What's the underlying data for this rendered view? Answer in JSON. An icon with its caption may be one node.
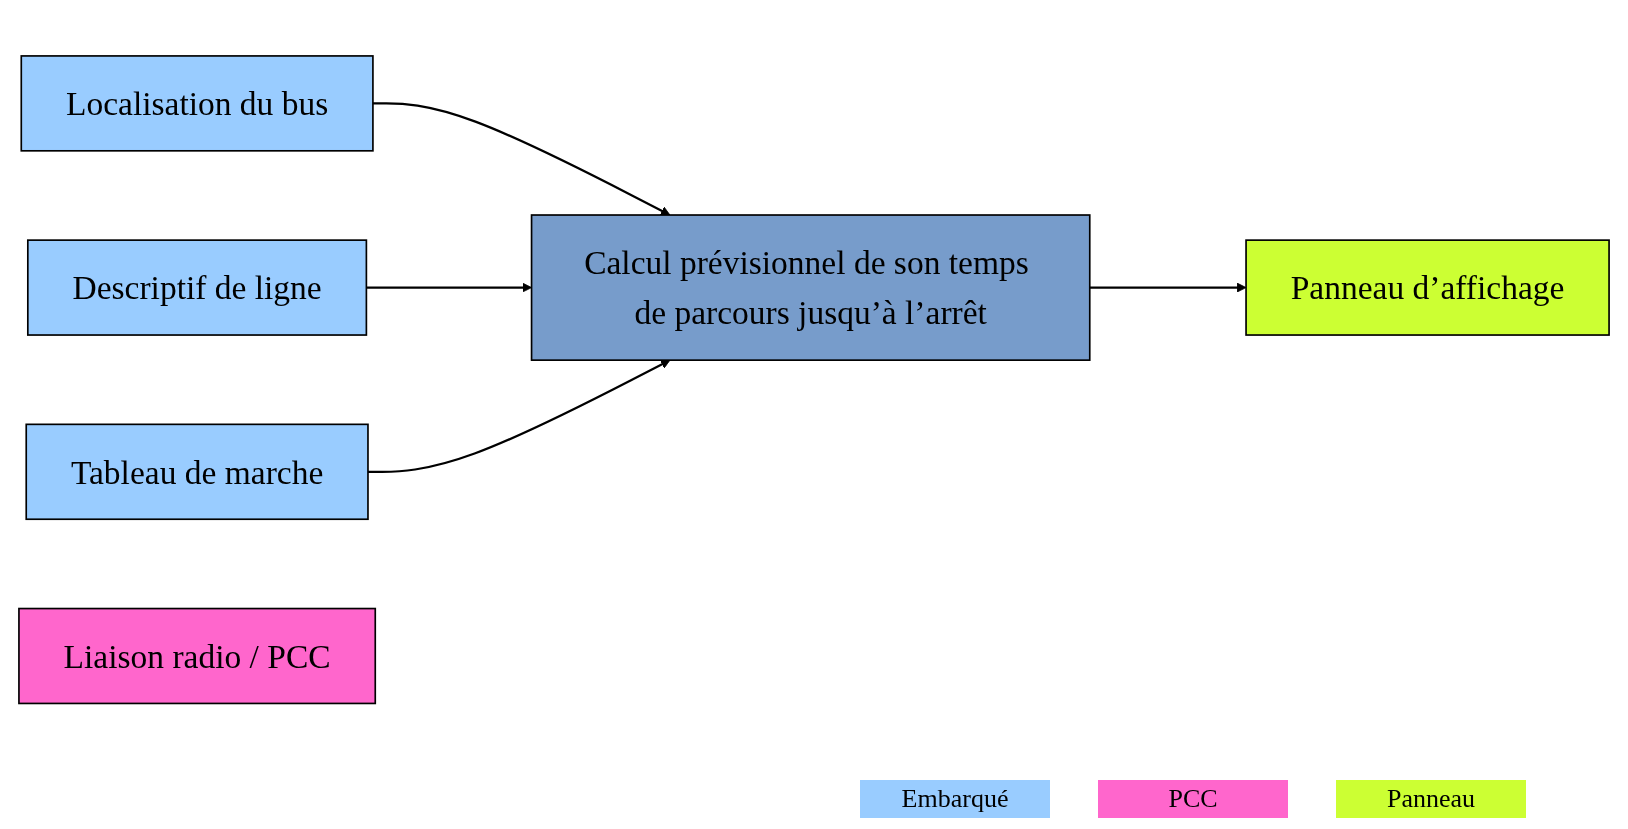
{
  "diagram": {
    "nodes": [
      {
        "text": [
          "Localisation du bus"
        ]
      },
      {
        "text": [
          "Descriptif de ligne"
        ]
      },
      {
        "text": [
          "Tableau de marche"
        ]
      },
      {
        "text": [
          "Calcul prévisionnel de son temps de parcours jusqu’à l’arrêt"
        ]
      },
      {
        "text": [
          "Panneau d’affichage"
        ]
      },
      {
        "text": [
          "Liaison radio / PCC"
        ]
      }
    ],
    "edges": [
      {
        "from": 0,
        "to": 3,
        "arrow": "to"
      },
      {
        "from": 1,
        "to": 3,
        "arrow": "to"
      },
      {
        "from": 2,
        "to": 3,
        "arrow": "to"
      },
      {
        "from": 3,
        "to": 4,
        "arrow": "to"
      }
    ],
    "legend": [
      {
        "text": "Embarqué",
        "color": "#99ccff"
      },
      {
        "text": "PCC",
        "color": "#ff66cc"
      },
      {
        "text": "Panneau",
        "color": "#ccff33"
      }
    ]
  }
}
